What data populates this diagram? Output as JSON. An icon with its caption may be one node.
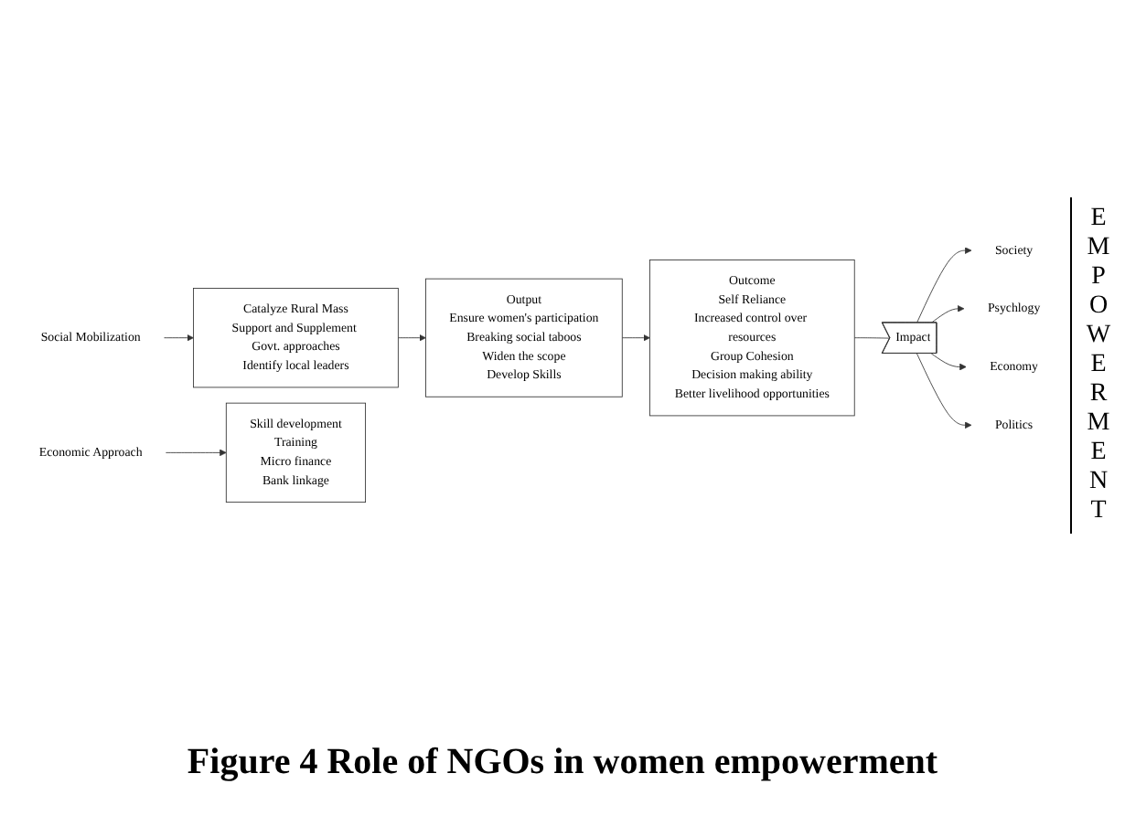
{
  "diagram": {
    "caption": "Figure 4 Role of NGOs in women empowerment",
    "nodes": [
      {
        "text": [
          "Social Mobilization"
        ]
      },
      {
        "text": [
          "Catalyze Rural Mass",
          "Support and Supplement Govt. approaches",
          "Identify local leaders"
        ]
      },
      {
        "text": [
          "Output",
          "Ensure women's participation",
          "Breaking social taboos",
          "Widen the scope",
          "Develop Skills"
        ]
      },
      {
        "text": [
          "Outcome",
          "Self Reliance",
          "Increased control over resources",
          "Group Cohesion",
          "Decision making ability",
          "Better livelihood opportunities"
        ]
      },
      {
        "text": [
          "Society"
        ]
      },
      {
        "text": [
          "Psychlogy"
        ]
      },
      {
        "text": [
          "Impact"
        ]
      },
      {
        "text": [
          "Skill development",
          "Training",
          "Micro finance",
          "Bank linkage"
        ]
      },
      {
        "text": [
          "Economic Approach"
        ]
      },
      {
        "text": [
          "Economy"
        ]
      },
      {
        "text": [
          "Politics"
        ]
      }
    ],
    "edges": [
      {
        "from": 0,
        "to": 1,
        "arrow": "to"
      },
      {
        "from": 1,
        "to": 2,
        "arrow": "to"
      },
      {
        "from": 2,
        "to": 3,
        "arrow": "to"
      },
      {
        "from": 3,
        "to": 6,
        "arrow": "none"
      },
      {
        "from": 6,
        "to": 4,
        "arrow": "to"
      },
      {
        "from": 6,
        "to": 5,
        "arrow": "to"
      },
      {
        "from": 6,
        "to": 9,
        "arrow": "to"
      },
      {
        "from": 6,
        "to": 10,
        "arrow": "to"
      },
      {
        "from": 8,
        "to": 7,
        "arrow": "to"
      }
    ],
    "labels": [
      "EMPOWERMENT"
    ]
  }
}
